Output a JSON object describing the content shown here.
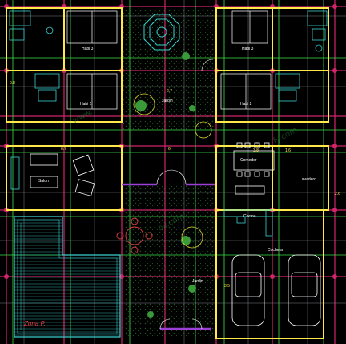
{
  "drawing": {
    "background_color": "#000000",
    "grid_color": "#d0246b",
    "axis_color": "#3be04a",
    "wall_color": "#ffe84a",
    "furniture_color": "#3ad0d0",
    "accent_color": "#9b3fd6"
  },
  "rooms": {
    "habi3": "Habi 3",
    "habi3_right": "Habi 3",
    "habi1": "Habi 1",
    "habi2": "Habi 2",
    "jardin_top": "Jardin",
    "comedor": "Comedor",
    "salon": "Salon",
    "lavadero": "Lavadero",
    "cocina": "Cocina",
    "cochera": "Cochera",
    "jardin_bottom": "Jardin",
    "piscina": "Zona P."
  },
  "dimensions": {
    "d1": "6.7",
    "d2": "6",
    "d3": "3.8",
    "d4": "1.6",
    "d5": "2.7",
    "d6": "0.8",
    "d7": "2.6",
    "d8": "3.5"
  },
  "watermarks": [
    "www.",
    "fy.com",
    "ov.com"
  ]
}
